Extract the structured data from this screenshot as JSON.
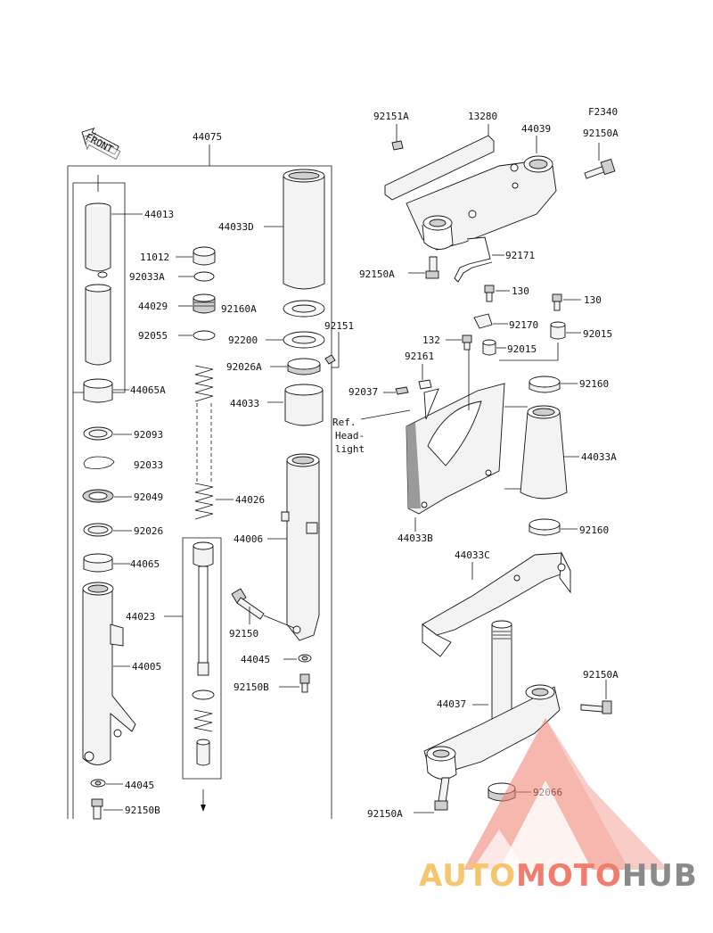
{
  "diagram": {
    "figure_code": "F2340",
    "front_label": "FRONT",
    "ref_note": "Ref. Head- light",
    "labels": {
      "l_44075": "44075",
      "l_44013": "44013",
      "l_44033D": "44033D",
      "l_11012": "11012",
      "l_92033A": "92033A",
      "l_44029": "44029",
      "l_92160A": "92160A",
      "l_92055": "92055",
      "l_92200": "92200",
      "l_92151": "92151",
      "l_92026A": "92026A",
      "l_44065A": "44065A",
      "l_44033": "44033",
      "l_92093": "92093",
      "l_92033": "92033",
      "l_92049": "92049",
      "l_44026": "44026",
      "l_92026": "92026",
      "l_44006": "44006",
      "l_44065": "44065",
      "l_44023": "44023",
      "l_92150": "92150",
      "l_44005": "44005",
      "l_44045a": "44045",
      "l_92150Ba": "92150B",
      "l_44045b": "44045",
      "l_92150Bb": "92150B",
      "l_92151A": "92151A",
      "l_13280": "13280",
      "l_44039": "44039",
      "l_92150A_top": "92150A",
      "l_92150A_mid": "92150A",
      "l_92171": "92171",
      "l_130a": "130",
      "l_130b": "130",
      "l_92170": "92170",
      "l_132": "132",
      "l_92015a": "92015",
      "l_92015b": "92015",
      "l_92161": "92161",
      "l_92037": "92037",
      "l_92160a": "92160",
      "l_44033A": "44033A",
      "l_44033B": "44033B",
      "l_92160b": "92160",
      "l_44033C": "44033C",
      "l_92150A_r": "92150A",
      "l_44037": "44037",
      "l_92066": "92066",
      "l_92150A_b": "92150A"
    }
  },
  "watermark": {
    "part1": "AUTO",
    "part2": "MOTO",
    "part3": "HUB",
    "color1": "#f6c66e",
    "color2": "#f07e6e",
    "color3": "#8a8a8a"
  }
}
